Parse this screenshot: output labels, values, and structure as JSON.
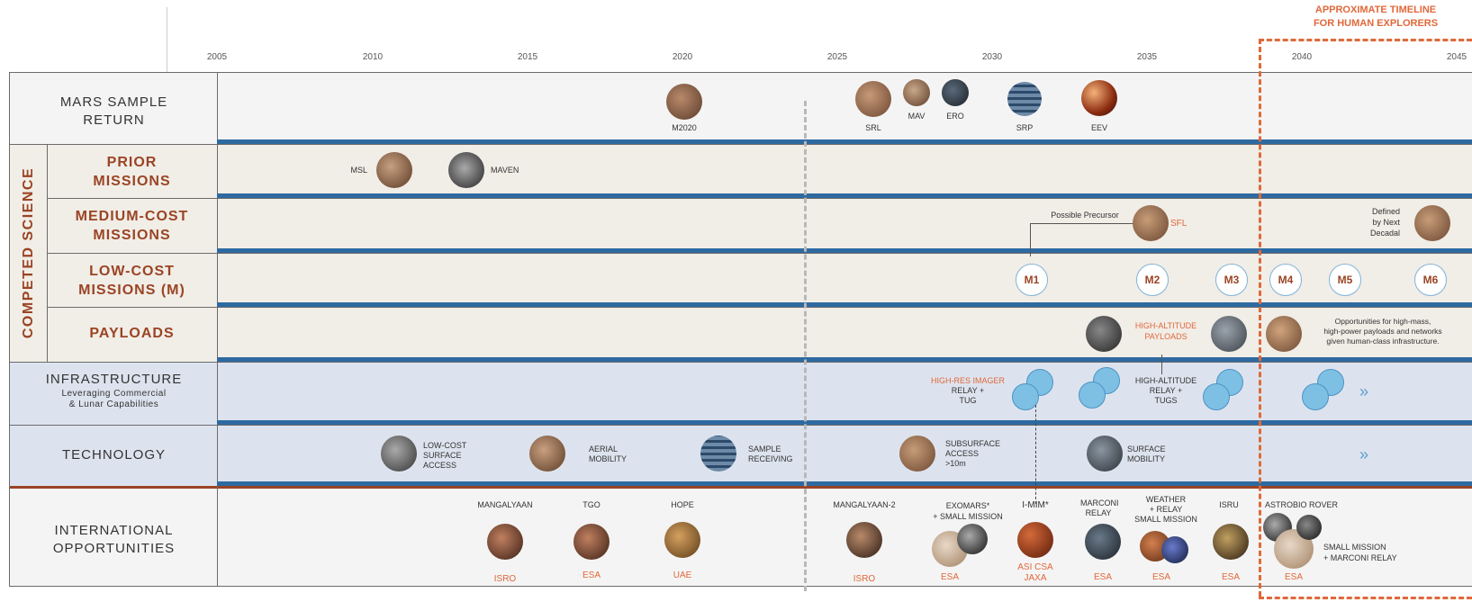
{
  "header": {
    "timeline_title_line1": "APPROXIMATE TIMELINE",
    "timeline_title_line2": "FOR HUMAN EXPLORERS"
  },
  "years": [
    "2005",
    "2010",
    "2015",
    "2020",
    "2025",
    "2030",
    "2035",
    "2040",
    "2045"
  ],
  "rows": {
    "msr": {
      "label_line1": "MARS SAMPLE",
      "label_line2": "RETURN"
    },
    "prior": {
      "label_line1": "PRIOR",
      "label_line2": "MISSIONS"
    },
    "medium": {
      "label_line1": "MEDIUM-COST",
      "label_line2": "MISSIONS"
    },
    "low": {
      "label_line1": "LOW-COST",
      "label_line2": "MISSIONS (M)"
    },
    "payloads": {
      "label": "PAYLOADS"
    },
    "infra": {
      "label": "INFRASTRUCTURE",
      "sub1": "Leveraging Commercial",
      "sub2": "& Lunar Capabilities"
    },
    "tech": {
      "label": "TECHNOLOGY"
    },
    "intl": {
      "label_line1": "INTERNATIONAL",
      "label_line2": "OPPORTUNITIES"
    }
  },
  "competed_science": "COMPETED SCIENCE",
  "msr_items": [
    "M2020",
    "SRL",
    "MAV",
    "ERO",
    "SRP",
    "EEV"
  ],
  "prior_items": [
    "MSL",
    "MAVEN"
  ],
  "medium_items": {
    "precursor": "Possible Precursor",
    "sfl": "SFL",
    "defined_line1": "Defined",
    "defined_line2": "by Next",
    "defined_line3": "Decadal"
  },
  "low_items": [
    "M1",
    "M2",
    "M3",
    "M4",
    "M5",
    "M6"
  ],
  "payload_items": {
    "high_alt_line1": "HIGH-ALTITUDE",
    "high_alt_line2": "PAYLOADS",
    "opp_line1": "Opportunities for high-mass,",
    "opp_line2": "high-power payloads and networks",
    "opp_line3": "given human-class infrastructure."
  },
  "infra_items": {
    "imager_line1": "HIGH-RES IMAGER",
    "imager_line2": "RELAY +",
    "imager_line3": "TUG",
    "relay_line1": "HIGH-ALTITUDE",
    "relay_line2": "RELAY +",
    "relay_line3": "TUGS",
    "more": "»"
  },
  "tech_items": {
    "lowcost_line1": "LOW-COST",
    "lowcost_line2": "SURFACE",
    "lowcost_line3": "ACCESS",
    "aerial_line1": "AERIAL",
    "aerial_line2": "MOBILITY",
    "sample_line1": "SAMPLE",
    "sample_line2": "RECEIVING",
    "subsurface_line1": "SUBSURFACE",
    "subsurface_line2": "ACCESS",
    "subsurface_line3": ">10m",
    "surface_line1": "SURFACE",
    "surface_line2": "MOBILITY",
    "more": "»"
  },
  "intl_items": {
    "mangalyaan": "MANGALYAAN",
    "tgo": "TGO",
    "hope": "HOPE",
    "mangalyaan2": "MANGALYAAN-2",
    "exomars_line1": "EXOMARS*",
    "exomars_line2": "+ SMALL MISSION",
    "imim": "I-MIM*",
    "marconi_line1": "MARCONI",
    "marconi_line2": "RELAY",
    "weather_line1": "WEATHER",
    "weather_line2": "+ RELAY",
    "weather_line3": "SMALL MISSION",
    "isru": "ISRU",
    "astrobio": "ASTROBIO ROVER",
    "small_line1": "SMALL MISSION",
    "small_line2": "+ MARCONI RELAY",
    "org_isro1": "ISRO",
    "org_esa1": "ESA",
    "org_uae": "UAE",
    "org_isro2": "ISRO",
    "org_esa2": "ESA",
    "org_asi_line1": "ASI CSA",
    "org_asi_line2": "JAXA",
    "org_esa3": "ESA",
    "org_esa4": "ESA",
    "org_esa5": "ESA",
    "org_esa6": "ESA"
  },
  "colors": {
    "row_label": "#9a4424",
    "blue_bar": "#2e6aa1",
    "orange_dash": "#e0683a",
    "infra_bg": "#dde3ee",
    "competed_bg": "#f1ede7"
  }
}
